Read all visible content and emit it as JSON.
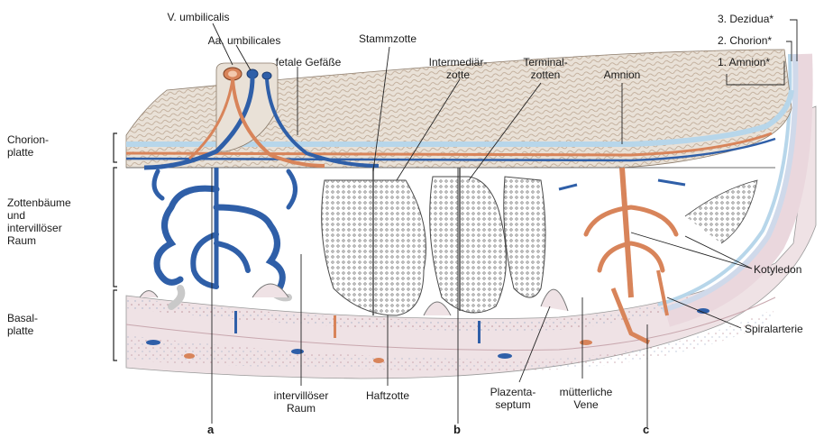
{
  "labels": {
    "v_umbilicalis": "V. umbilicalis",
    "aa_umbilicales": "Aa. umbilicales",
    "fetale_gefaesse": "fetale Gefäße",
    "stammzotte": "Stammzotte",
    "intermediaerzotte": "Intermediär-\nzotte",
    "terminalzotten": "Terminal-\nzotten",
    "amnion": "Amnion",
    "dezidua": "3. Dezidua*",
    "chorion": "2. Chorion*",
    "amnion_layer": "1. Amnion*",
    "chorionplatte": "Chorion-\nplatte",
    "zottenbaeume": "Zottenbäume\nund\nintervillöser\nRaum",
    "basalplatte": "Basal-\nplatte",
    "kotyledon": "Kotyledon",
    "spiralarterie": "Spiralarterie",
    "intervilloeser_raum": "intervillöser\nRaum",
    "haftzotte": "Haftzotte",
    "plazentaseptum": "Plazenta-\nseptum",
    "muetterliche_vene": "mütterliche\nVene",
    "a": "a",
    "b": "b",
    "c": "c"
  },
  "colors": {
    "artery": "#d8845a",
    "vein": "#2f5fa8",
    "amnion": "#b7d6ea",
    "chorion_plate": "#e9e1d7",
    "decidua": "#ead7dd",
    "basal": "#efe2e5",
    "villi_outline": "#3b3b3b",
    "leader": "#222222"
  },
  "icons": [
    "leader-line",
    "bracket"
  ]
}
